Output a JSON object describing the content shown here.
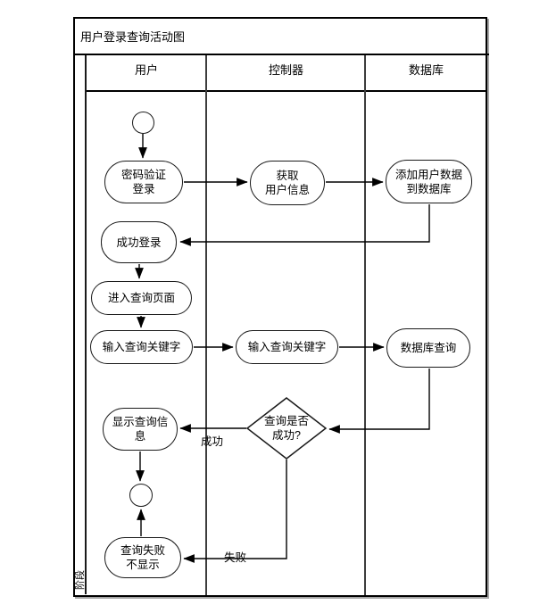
{
  "diagram": {
    "title": "用户登录查询活动图",
    "phase_label": "阶段",
    "lanes": [
      {
        "label": "用户"
      },
      {
        "label": "控制器"
      },
      {
        "label": "数据库"
      }
    ],
    "nodes": {
      "start": "start-node",
      "login": "密码验证\n登录",
      "get_user_info": "获取\n用户信息",
      "add_user_data": "添加用户数据\n到数据库",
      "login_success": "成功登录",
      "enter_query_page": "进入查询页面",
      "input_keyword_user": "输入查询关键字",
      "input_keyword_controller": "输入查询关键字",
      "db_query": "数据库查询",
      "query_success_decision": "查询是否\n成功?",
      "display_query_info": "显示查询信\n息",
      "query_fail_hidden": "查询失败\n不显示",
      "end": "end-node"
    },
    "edge_labels": {
      "success": "成功",
      "fail": "失败"
    },
    "colors": {
      "line": "#000000",
      "border": "#1a1a1a",
      "lane_divider": "#3d3d3d",
      "background": "#ffffff"
    }
  }
}
